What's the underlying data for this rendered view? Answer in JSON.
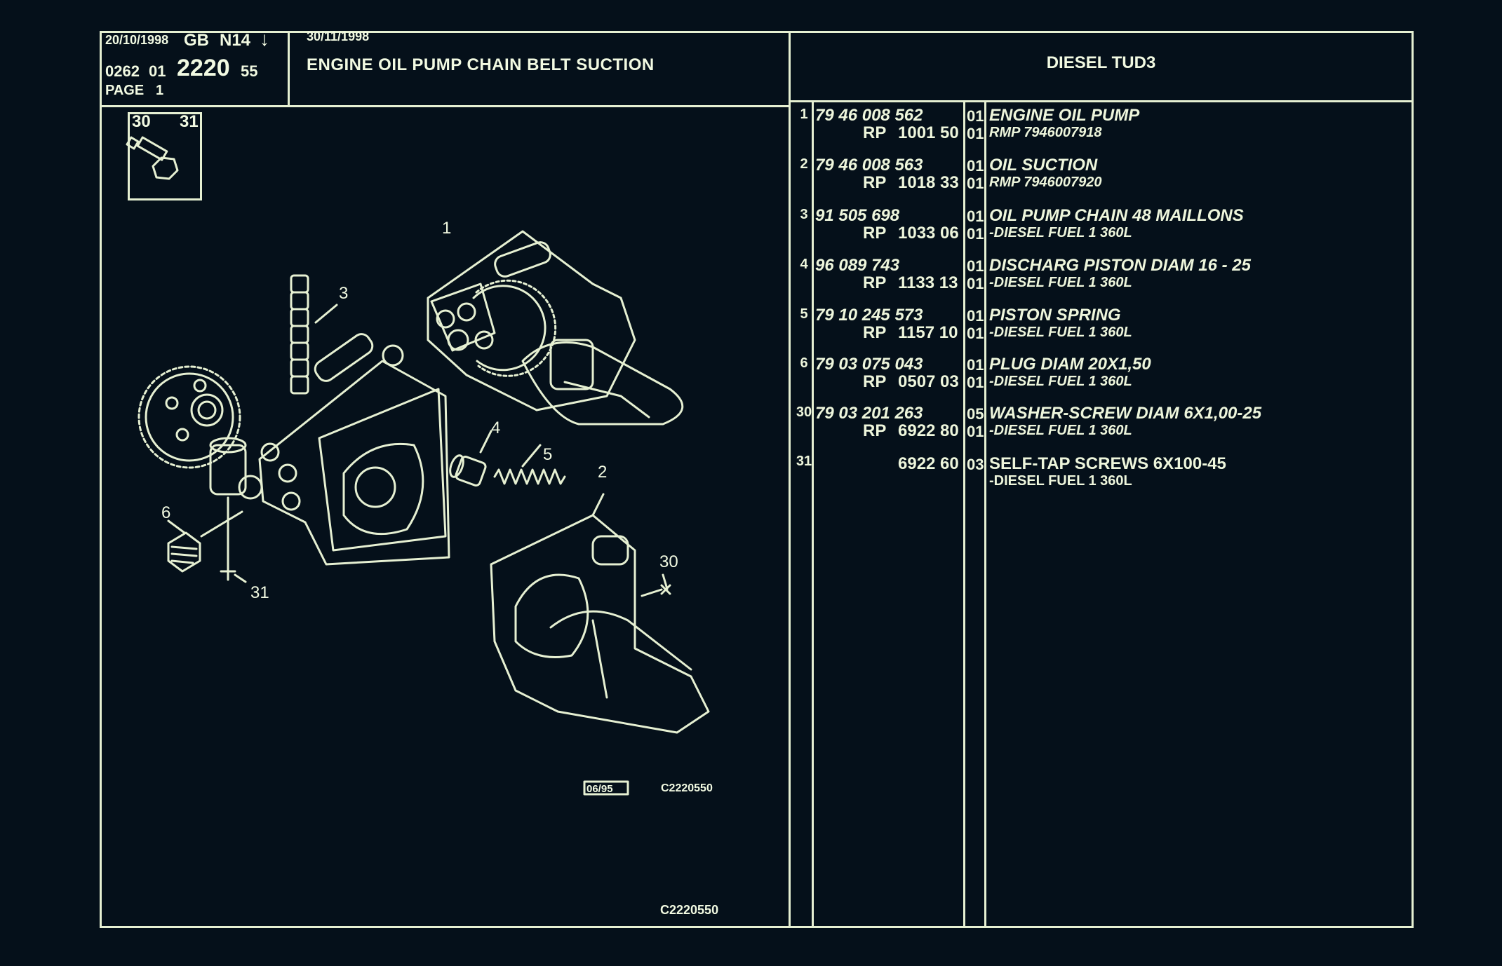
{
  "header": {
    "date_left": "20/10/1998",
    "lang": "GB",
    "model_code": "N14",
    "arrow": "↓",
    "code_a": "0262",
    "code_b": "01",
    "code_main": "2220",
    "code_c": "55",
    "page_label": "PAGE",
    "page_number": "1",
    "date_right": "30/11/1998",
    "title": "ENGINE OIL PUMP CHAIN BELT SUCTION",
    "engine": "DIESEL TUD3"
  },
  "inset": {
    "label_a": "30",
    "label_b": "31"
  },
  "callouts": [
    "1",
    "2",
    "3",
    "4",
    "5",
    "6",
    "30",
    "31"
  ],
  "drawing_refs": {
    "box_date": "06/95",
    "ref_small": "C2220550",
    "ref_bottom": "C2220550"
  },
  "parts": [
    {
      "num": "1",
      "ref": "79 46 008 562",
      "rp_label": "RP",
      "rp": "1001 50",
      "qty": "01",
      "qty2": "01",
      "desc": "ENGINE OIL PUMP",
      "sub": "RMP 7946007918"
    },
    {
      "num": "2",
      "ref": "79 46 008 563",
      "rp_label": "RP",
      "rp": "1018 33",
      "qty": "01",
      "qty2": "01",
      "desc": "OIL SUCTION",
      "sub": "RMP 7946007920"
    },
    {
      "num": "3",
      "ref": "91 505 698",
      "rp_label": "RP",
      "rp": "1033 06",
      "qty": "01",
      "qty2": "01",
      "desc": "OIL PUMP CHAIN 48 MAILLONS",
      "sub": "-DIESEL FUEL 1 360L"
    },
    {
      "num": "4",
      "ref": "96 089 743",
      "rp_label": "RP",
      "rp": "1133 13",
      "qty": "01",
      "qty2": "01",
      "desc": "DISCHARG PISTON DIAM 16 - 25",
      "sub": "-DIESEL FUEL 1 360L"
    },
    {
      "num": "5",
      "ref": "79 10 245 573",
      "rp_label": "RP",
      "rp": "1157 10",
      "qty": "01",
      "qty2": "01",
      "desc": "PISTON SPRING",
      "sub": "-DIESEL FUEL 1 360L"
    },
    {
      "num": "6",
      "ref": "79 03 075 043",
      "rp_label": "RP",
      "rp": "0507 03",
      "qty": "01",
      "qty2": "01",
      "desc": "PLUG DIAM 20X1,50",
      "sub": "-DIESEL FUEL 1 360L"
    },
    {
      "num": "30",
      "ref": "79 03 201 263",
      "rp_label": "RP",
      "rp": "6922 80",
      "qty": "05",
      "qty2": "01",
      "desc": "WASHER-SCREW DIAM 6X1,00-25",
      "sub": "-DIESEL FUEL 1 360L"
    },
    {
      "num": "31",
      "ref": "",
      "rp_label": "",
      "rp": "6922 60",
      "qty": "03",
      "qty2": "",
      "desc": "SELF-TAP SCREWS 6X100-45",
      "sub": "-DIESEL FUEL 1 360L"
    }
  ],
  "colors": {
    "background": "#05101a",
    "line": "#e6f0d2",
    "text": "#f2fae2"
  }
}
